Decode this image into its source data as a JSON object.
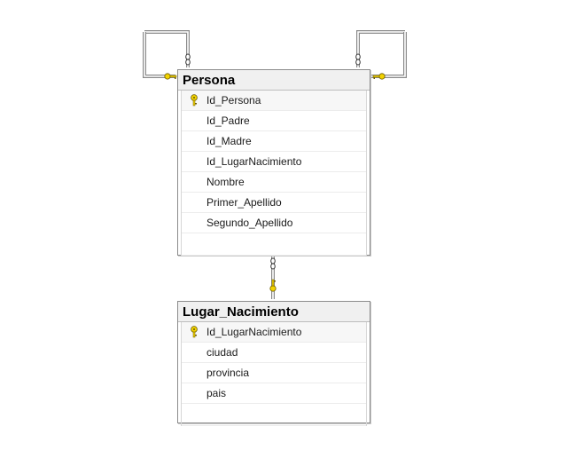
{
  "tables": {
    "persona": {
      "title": "Persona",
      "columns": [
        {
          "name": "Id_Persona",
          "primary_key": true
        },
        {
          "name": "Id_Padre",
          "primary_key": false
        },
        {
          "name": "Id_Madre",
          "primary_key": false
        },
        {
          "name": "Id_LugarNacimiento",
          "primary_key": false
        },
        {
          "name": "Nombre",
          "primary_key": false
        },
        {
          "name": "Primer_Apellido",
          "primary_key": false
        },
        {
          "name": "Segundo_Apellido",
          "primary_key": false
        }
      ]
    },
    "lugar_nacimiento": {
      "title": "Lugar_Nacimiento",
      "columns": [
        {
          "name": "Id_LugarNacimiento",
          "primary_key": true
        },
        {
          "name": "ciudad",
          "primary_key": false
        },
        {
          "name": "provincia",
          "primary_key": false
        },
        {
          "name": "pais",
          "primary_key": false
        }
      ]
    }
  },
  "relationships": [
    {
      "from": "Persona",
      "to": "Persona",
      "kind": "self-reference",
      "key_end": "one",
      "infinity_end": "many"
    },
    {
      "from": "Persona",
      "to": "Persona",
      "kind": "self-reference",
      "key_end": "one",
      "infinity_end": "many"
    },
    {
      "from": "Persona",
      "to": "Lugar_Nacimiento",
      "kind": "foreign-key",
      "key_end": "one",
      "infinity_end": "many"
    }
  ],
  "colors": {
    "key_icon": "#f2d200",
    "line": "#8a8a8a",
    "title_bg": "#f0f0f0"
  },
  "icons": {
    "primary_key": "key-icon",
    "many_end": "infinity-icon"
  }
}
